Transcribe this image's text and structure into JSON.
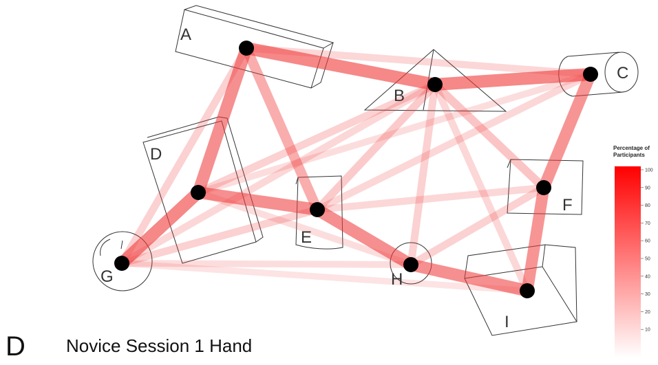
{
  "panel_letter": "D",
  "caption": "Novice Session 1 Hand",
  "legend": {
    "title_line1": "Percentage of",
    "title_line2": "Participants",
    "ticks": [
      "100",
      "90",
      "80",
      "70",
      "60",
      "50",
      "40",
      "30",
      "20",
      "10"
    ],
    "color_max": "#ff0000",
    "color_min": "#ffffff"
  },
  "nodes": [
    {
      "id": "A",
      "label": "A",
      "shape": "box"
    },
    {
      "id": "B",
      "label": "B",
      "shape": "triangle"
    },
    {
      "id": "C",
      "label": "C",
      "shape": "cylinder"
    },
    {
      "id": "D",
      "label": "D",
      "shape": "slab"
    },
    {
      "id": "E",
      "label": "E",
      "shape": "cylinder"
    },
    {
      "id": "F",
      "label": "F",
      "shape": "square"
    },
    {
      "id": "G",
      "label": "G",
      "shape": "sphere"
    },
    {
      "id": "H",
      "label": "H",
      "shape": "circle"
    },
    {
      "id": "I",
      "label": "I",
      "shape": "cube"
    }
  ],
  "edges": [
    {
      "from": "A",
      "to": "B",
      "pct": 85
    },
    {
      "from": "B",
      "to": "C",
      "pct": 85
    },
    {
      "from": "C",
      "to": "F",
      "pct": 75
    },
    {
      "from": "F",
      "to": "I",
      "pct": 75
    },
    {
      "from": "I",
      "to": "H",
      "pct": 80
    },
    {
      "from": "H",
      "to": "E",
      "pct": 80
    },
    {
      "from": "E",
      "to": "D",
      "pct": 80
    },
    {
      "from": "D",
      "to": "G",
      "pct": 85
    },
    {
      "from": "A",
      "to": "D",
      "pct": 80
    },
    {
      "from": "A",
      "to": "E",
      "pct": 55
    },
    {
      "from": "A",
      "to": "C",
      "pct": 20
    },
    {
      "from": "A",
      "to": "G",
      "pct": 25
    },
    {
      "from": "B",
      "to": "H",
      "pct": 25
    },
    {
      "from": "B",
      "to": "F",
      "pct": 35
    },
    {
      "from": "B",
      "to": "E",
      "pct": 30
    },
    {
      "from": "B",
      "to": "D",
      "pct": 25
    },
    {
      "from": "B",
      "to": "G",
      "pct": 20
    },
    {
      "from": "B",
      "to": "I",
      "pct": 20
    },
    {
      "from": "C",
      "to": "E",
      "pct": 20
    },
    {
      "from": "C",
      "to": "D",
      "pct": 15
    },
    {
      "from": "F",
      "to": "H",
      "pct": 25
    },
    {
      "from": "F",
      "to": "E",
      "pct": 20
    },
    {
      "from": "G",
      "to": "E",
      "pct": 25
    },
    {
      "from": "G",
      "to": "H",
      "pct": 15
    },
    {
      "from": "G",
      "to": "I",
      "pct": 10
    },
    {
      "from": "D",
      "to": "H",
      "pct": 15
    }
  ]
}
